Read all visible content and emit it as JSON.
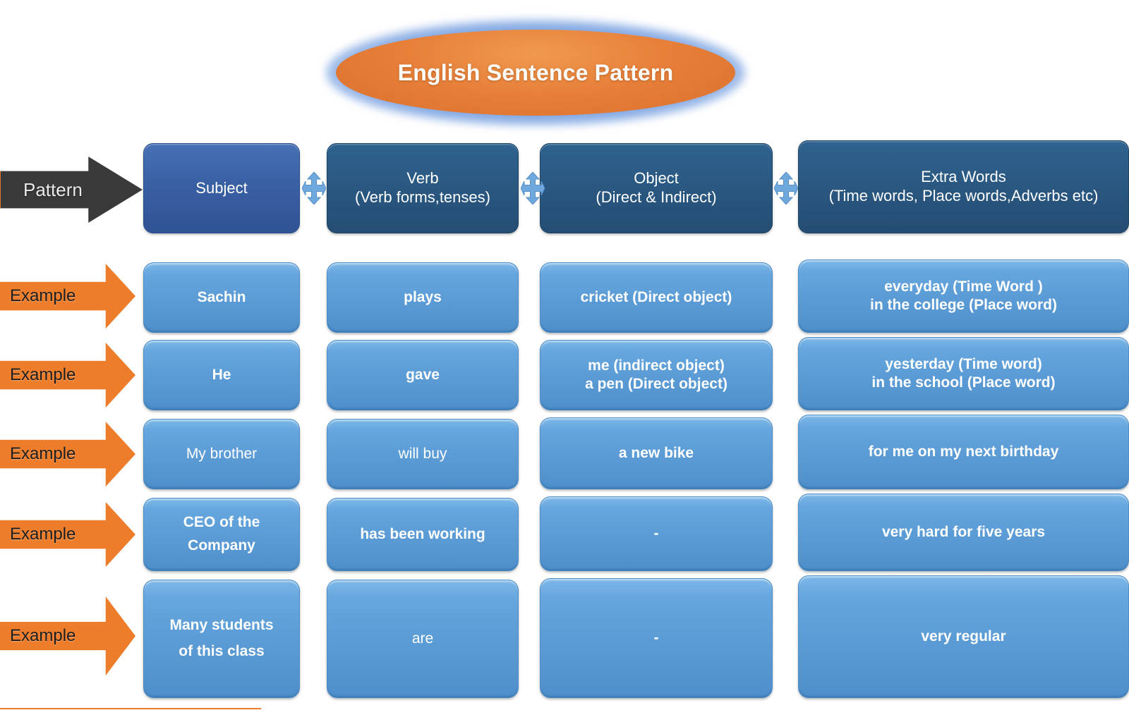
{
  "title": {
    "text": "English Sentence Pattern",
    "shape": "ellipse",
    "fill": "#e8803a",
    "glow": "#7aa2e1",
    "text_color": "#ffffff"
  },
  "row_labels": {
    "pattern": "Pattern",
    "example": "Example",
    "pattern_fill": "#3a3a3a",
    "pattern_outline": "#e2762a",
    "example_fill": "#ed7d2b"
  },
  "connectors": {
    "icon": "four-way-move-icon",
    "color": "#6fa8dc",
    "count": 3
  },
  "header": {
    "columns": [
      {
        "title": "Subject",
        "subtitle": "",
        "fill": "#3a60a4"
      },
      {
        "title": "Verb",
        "subtitle": "(Verb forms,tenses)",
        "fill": "#2a5881"
      },
      {
        "title": "Object",
        "subtitle": "(Direct  &  Indirect)",
        "fill": "#2a5881"
      },
      {
        "title": "Extra Words",
        "subtitle": "(Time words, Place words,Adverbs etc)",
        "fill": "#2a5881"
      }
    ]
  },
  "columns": [
    "Subject",
    "Verb",
    "Object",
    "Extra Words"
  ],
  "examples": [
    {
      "label": "Example",
      "subject": "Sachin",
      "verb": "plays",
      "object": "cricket (Direct object)",
      "extra": "everyday      (Time Word  )\nin the college  (Place word)",
      "bold": true
    },
    {
      "label": "Example",
      "subject": "He",
      "verb": "gave",
      "object": "me    (indirect object)\na pen  (Direct object)",
      "extra": "yesterday      (Time word)\nin the school   (Place word)",
      "bold": true
    },
    {
      "label": "Example",
      "subject": "My brother",
      "verb": "will buy",
      "object": "a new bike",
      "extra": "for me on my next birthday",
      "bold": false
    },
    {
      "label": "Example",
      "subject": "CEO of the\nCompany",
      "verb": "has been working",
      "object": "-",
      "extra": "very hard for five years",
      "bold": true
    },
    {
      "label": "Example",
      "subject": "Many students\nof this class",
      "verb": "are",
      "object": "-",
      "extra": "very regular",
      "bold": true
    }
  ],
  "cell_colors": {
    "example_box": "#5b9bd5",
    "text": "#ffffff"
  }
}
